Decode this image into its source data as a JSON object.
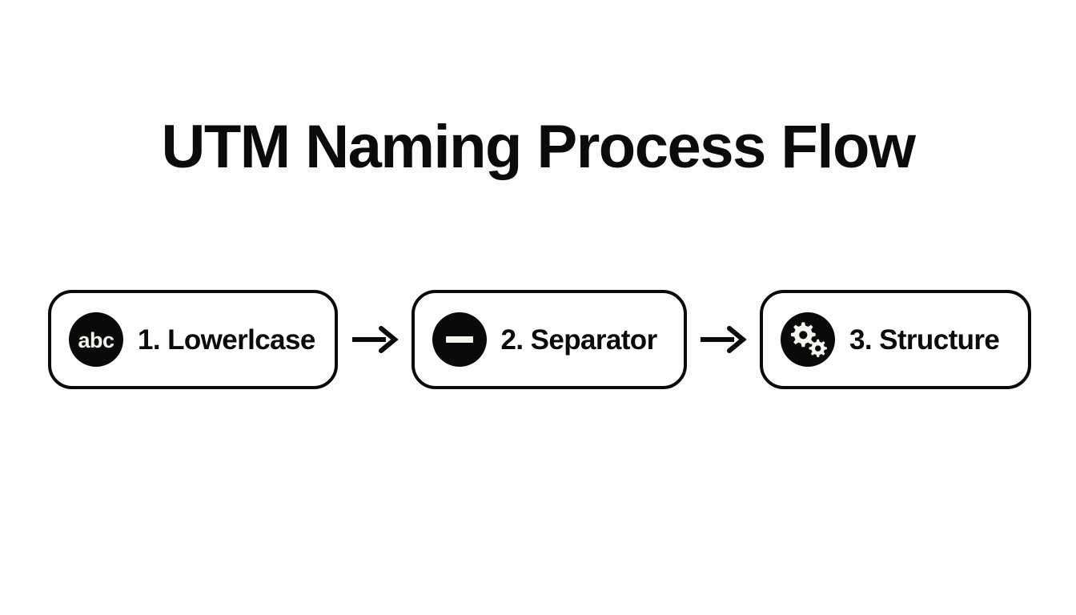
{
  "page": {
    "title": "UTM Naming Process Flow",
    "background_color": "#fdfdff",
    "ink_color": "#0a0a0a",
    "badge_text_color": "#f6f4ef"
  },
  "flow": {
    "steps": [
      {
        "label": "1. Lowerlcase",
        "icon": "abc-icon",
        "icon_text": "abc"
      },
      {
        "label": "2. Separator",
        "icon": "minus-icon",
        "icon_text": ""
      },
      {
        "label": "3. Structure",
        "icon": "gears-icon",
        "icon_text": ""
      }
    ],
    "connectors": [
      {
        "icon": "arrow-right-icon",
        "glyph": "→"
      },
      {
        "icon": "arrow-right-icon",
        "glyph": "→"
      }
    ]
  }
}
